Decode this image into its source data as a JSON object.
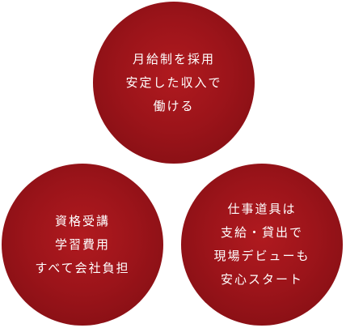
{
  "features": [
    {
      "lines": [
        "月給制を採用",
        "安定した収入で",
        "働ける"
      ]
    },
    {
      "lines": [
        "資格受講",
        "学習費用",
        "すべて会社負担"
      ]
    },
    {
      "lines": [
        "仕事道具は",
        "支給・貸出で",
        "現場デビューも",
        "安心スタート"
      ]
    }
  ],
  "colors": {
    "circle_fill": "#9c141a",
    "text": "#ffffff",
    "background": "#ffffff"
  }
}
